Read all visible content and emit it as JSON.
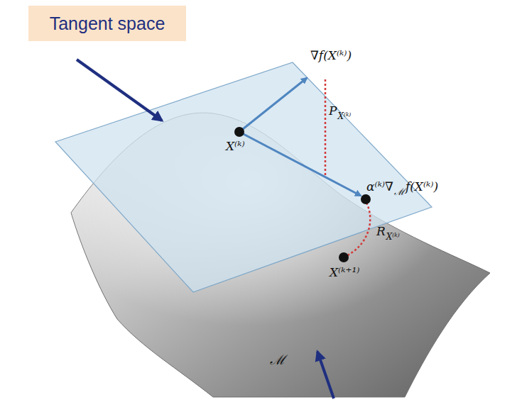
{
  "diagram": {
    "nodes": [
      {
        "text": [
          "Tangent space"
        ]
      }
    ],
    "labels": [
      "∇f(X⁽ᵏ⁾)",
      "X⁽ᵏ⁾",
      "P",
      "X⁽ᵏ⁾",
      "α⁽ᵏ⁾∇",
      "ℳ",
      "f(X⁽ᵏ⁾)",
      "R",
      "X⁽ᵏ⁾",
      "X⁽ᵏ⁺¹⁾",
      "ℳ"
    ]
  }
}
